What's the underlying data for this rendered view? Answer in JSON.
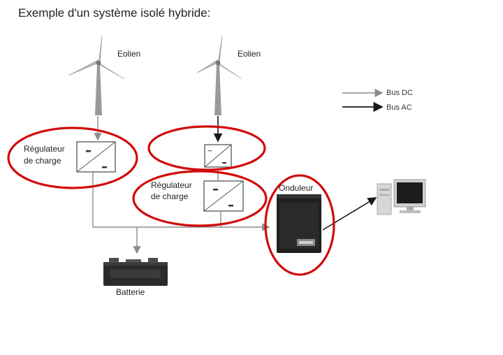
{
  "title": "Exemple d'un système isolé hybride:",
  "turbines": [
    {
      "label": "Eolien"
    },
    {
      "label": "Eolien"
    }
  ],
  "legend": {
    "dc": "Bus DC",
    "ac": "Bus AC"
  },
  "regulator1": {
    "line1": "Régulateur",
    "line2": "de charge"
  },
  "regulator2": {
    "line1": "Régulateur",
    "line2": "de charge"
  },
  "inverter_label": "Onduleur",
  "battery_label": "Batterie",
  "converter_symbol": "~",
  "colors": {
    "dc_line": "#8c8c8c",
    "ac_line": "#1a1a1a",
    "highlight": "#d10a0a",
    "inverter": "#1f1f1f"
  }
}
